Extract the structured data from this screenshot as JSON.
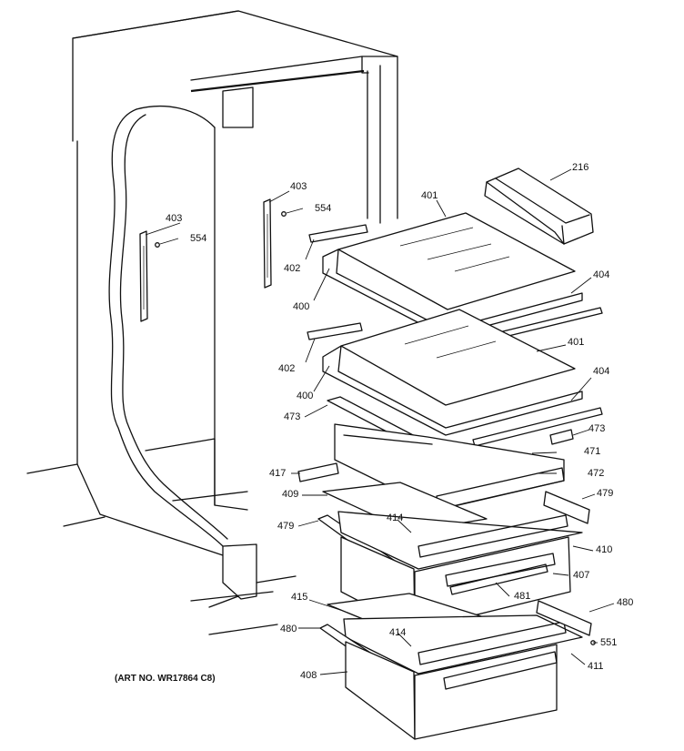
{
  "diagram": {
    "art_number": "(ART NO. WR17864 C8)",
    "callouts": [
      {
        "id": "c216",
        "text": "216"
      },
      {
        "id": "c401a",
        "text": "401"
      },
      {
        "id": "c403a",
        "text": "403"
      },
      {
        "id": "c554a",
        "text": "554"
      },
      {
        "id": "c403b",
        "text": "403"
      },
      {
        "id": "c554b",
        "text": "554"
      },
      {
        "id": "c402a",
        "text": "402"
      },
      {
        "id": "c404a",
        "text": "404"
      },
      {
        "id": "c400a",
        "text": "400"
      },
      {
        "id": "c401b",
        "text": "401"
      },
      {
        "id": "c402b",
        "text": "402"
      },
      {
        "id": "c404b",
        "text": "404"
      },
      {
        "id": "c400b",
        "text": "400"
      },
      {
        "id": "c473a",
        "text": "473"
      },
      {
        "id": "c473b",
        "text": "473"
      },
      {
        "id": "c471",
        "text": "471"
      },
      {
        "id": "c417",
        "text": "417"
      },
      {
        "id": "c472",
        "text": "472"
      },
      {
        "id": "c409",
        "text": "409"
      },
      {
        "id": "c479a",
        "text": "479"
      },
      {
        "id": "c414a",
        "text": "414"
      },
      {
        "id": "c479b",
        "text": "479"
      },
      {
        "id": "c410",
        "text": "410"
      },
      {
        "id": "c407",
        "text": "407"
      },
      {
        "id": "c481",
        "text": "481"
      },
      {
        "id": "c415",
        "text": "415"
      },
      {
        "id": "c480a",
        "text": "480"
      },
      {
        "id": "c480b",
        "text": "480"
      },
      {
        "id": "c414b",
        "text": "414"
      },
      {
        "id": "c551",
        "text": "551"
      },
      {
        "id": "c411",
        "text": "411"
      },
      {
        "id": "c408",
        "text": "408"
      }
    ]
  }
}
